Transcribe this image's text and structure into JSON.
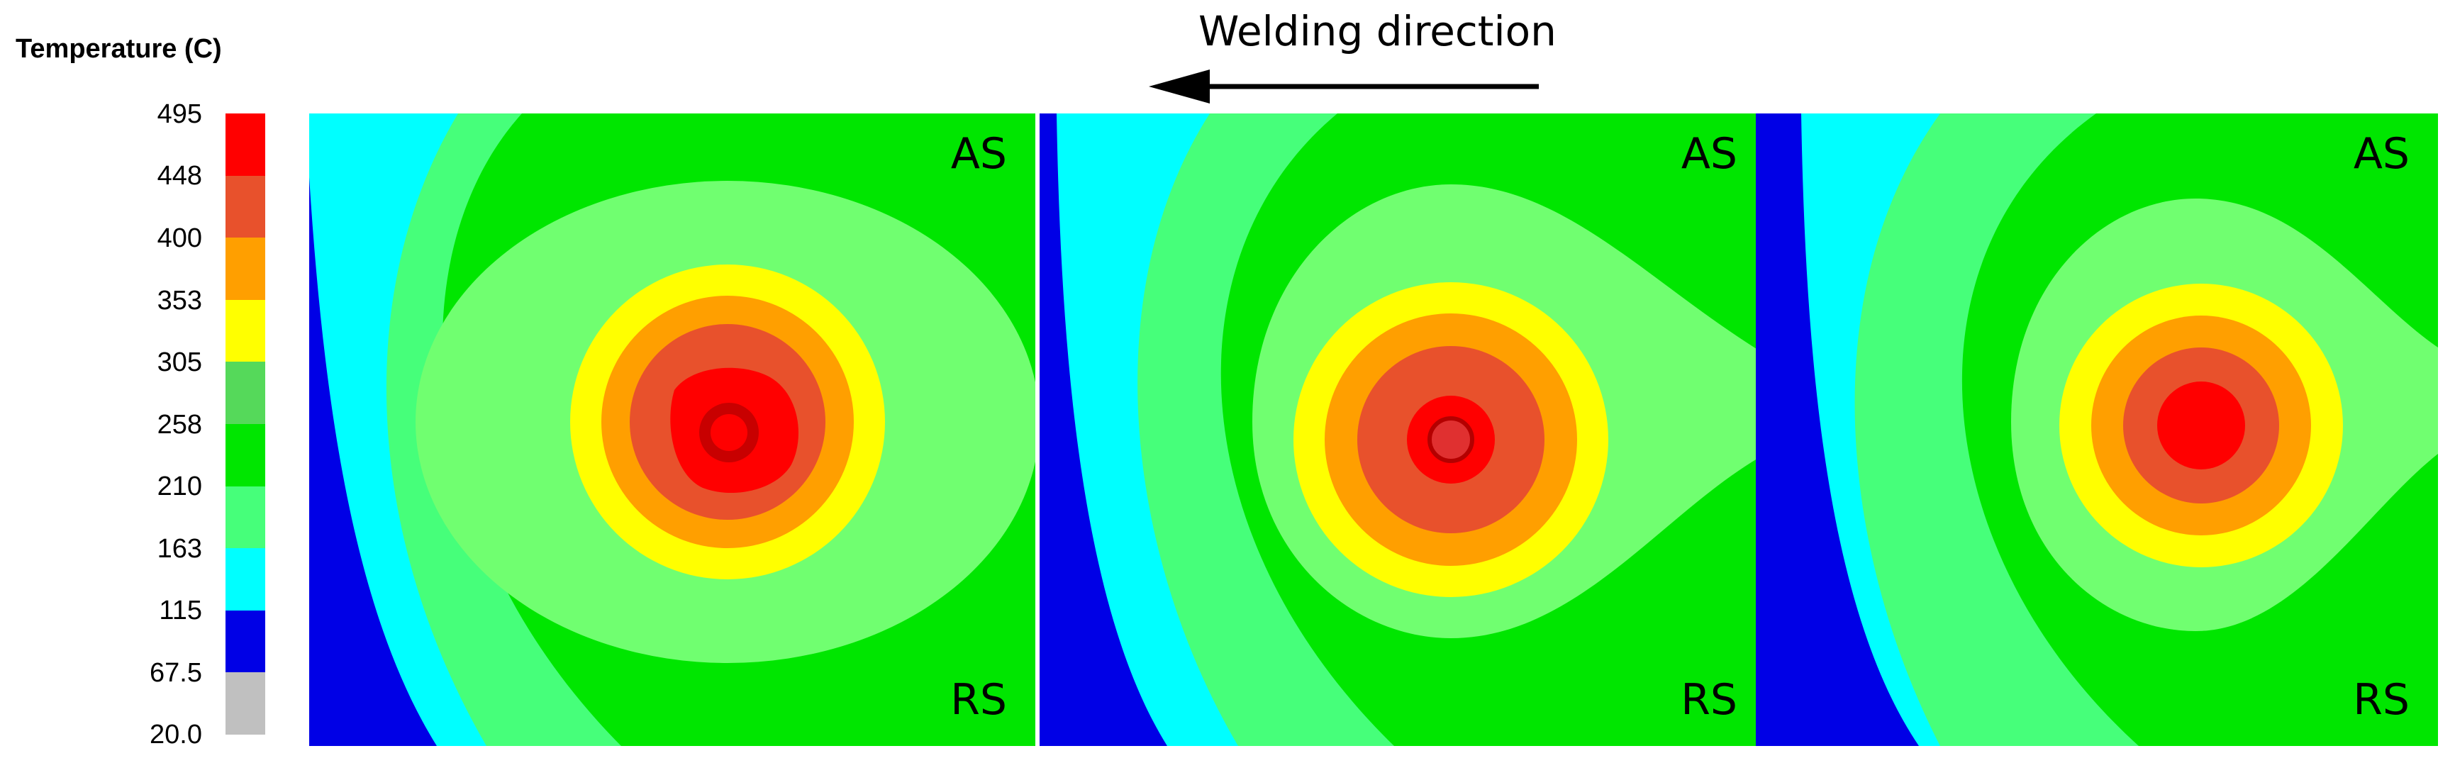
{
  "legend": {
    "title": "Temperature (C)",
    "ticks": [
      "495",
      "448",
      "400",
      "353",
      "305",
      "258",
      "210",
      "163",
      "115",
      "67.5",
      "20.0"
    ],
    "colors": [
      "#ff0000",
      "#e8512c",
      "#ff9f00",
      "#ffff00",
      "#55d95a",
      "#00e600",
      "#46ff7a",
      "#00ffff",
      "#0000e6",
      "#c0c0c0"
    ]
  },
  "direction": {
    "label": "Welding direction",
    "arrow": "left-arrow-icon"
  },
  "panels": [
    {
      "as_label": "AS",
      "rs_label": "RS"
    },
    {
      "as_label": "AS",
      "rs_label": "RS"
    },
    {
      "as_label": "AS",
      "rs_label": "RS"
    }
  ]
}
